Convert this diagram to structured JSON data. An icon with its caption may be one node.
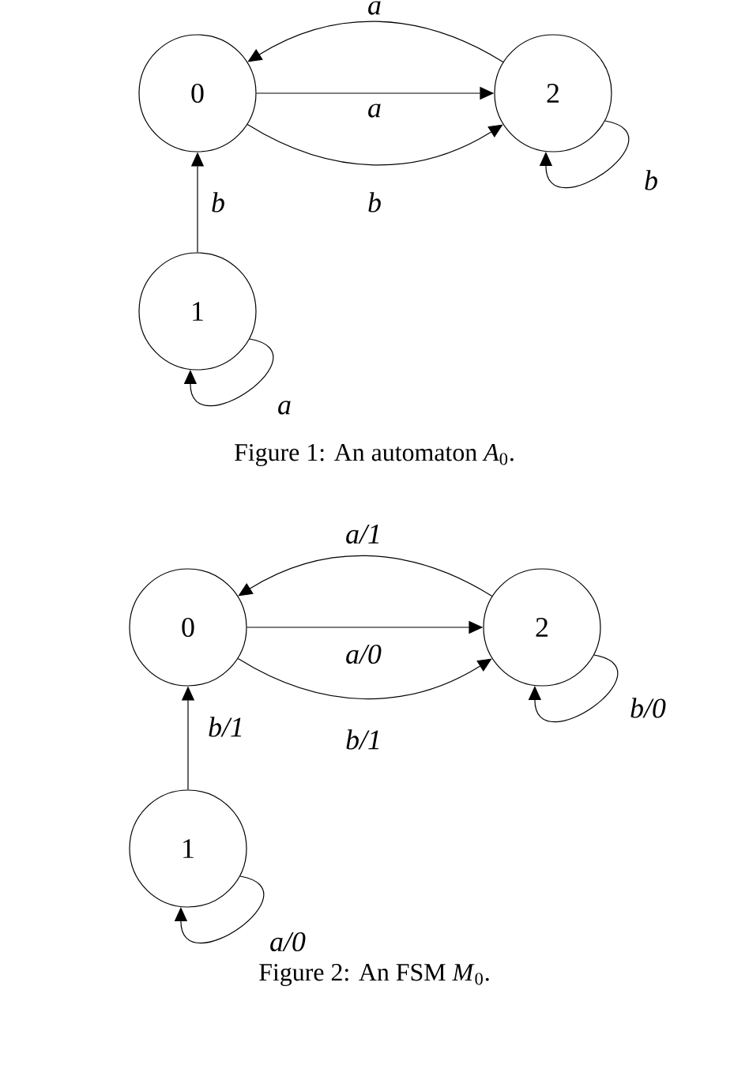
{
  "diagram": {
    "nodes": [
      {
        "text": [
          "0"
        ]
      },
      {
        "text": [
          "2"
        ]
      },
      {
        "text": [
          "1"
        ]
      },
      {
        "text": [
          "0"
        ]
      },
      {
        "text": [
          "2"
        ]
      },
      {
        "text": [
          "1"
        ]
      }
    ],
    "edges": [
      {
        "from": 1,
        "to": 0,
        "arrow": "to",
        "label": "a"
      },
      {
        "from": 0,
        "to": 1,
        "arrow": "to",
        "label": "a"
      },
      {
        "from": 0,
        "to": 1,
        "arrow": "to",
        "label": "b"
      },
      {
        "from": 2,
        "to": 0,
        "arrow": "to",
        "label": "b"
      },
      {
        "from": 1,
        "to": 1,
        "arrow": "to",
        "label": "b"
      },
      {
        "from": 2,
        "to": 2,
        "arrow": "to",
        "label": "a"
      },
      {
        "from": 4,
        "to": 3,
        "arrow": "to",
        "label": "a/1"
      },
      {
        "from": 3,
        "to": 4,
        "arrow": "to",
        "label": "a/0"
      },
      {
        "from": 3,
        "to": 4,
        "arrow": "to",
        "label": "b/1"
      },
      {
        "from": 5,
        "to": 3,
        "arrow": "to",
        "label": "b/1"
      },
      {
        "from": 4,
        "to": 4,
        "arrow": "to",
        "label": "b/0"
      },
      {
        "from": 5,
        "to": 5,
        "arrow": "to",
        "label": "a/0"
      }
    ],
    "labels": [
      "Figure 1: An automaton *A*$_{0}$.",
      "Figure 2: An FSM *M*$_{0}$."
    ]
  }
}
